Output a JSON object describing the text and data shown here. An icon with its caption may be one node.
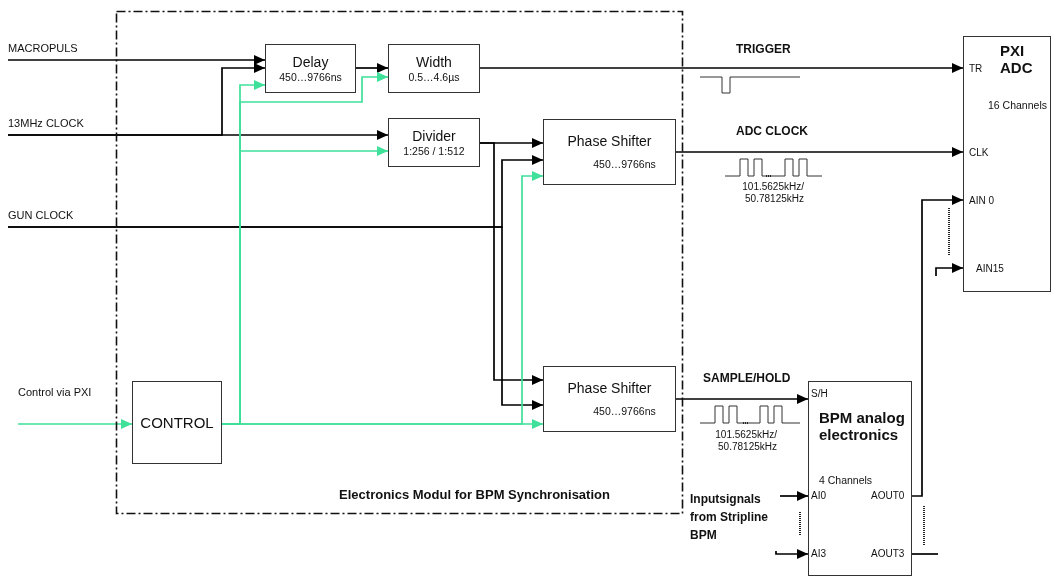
{
  "diagram": {
    "nodes": [
      {
        "text": [
          "Electronics Modul for BPM Synchronisation"
        ]
      },
      {
        "text": [
          "Delay",
          "450…9766ns"
        ],
        "in": 0
      },
      {
        "text": [
          "Width",
          "0.5…4.6µs"
        ],
        "in": 0
      },
      {
        "text": [
          "Divider",
          "1:256 / 1:512"
        ],
        "in": 0
      },
      {
        "text": [
          "Phase Shifter",
          "450…9766ns"
        ],
        "in": 0
      },
      {
        "text": [
          "Phase Shifter",
          "450…9766ns"
        ],
        "in": 0
      },
      {
        "text": [
          "CONTROL"
        ],
        "in": 0
      },
      {
        "text": [
          "PXI ADC",
          "16 Channels",
          "TR",
          "CLK",
          "AIN 0",
          "AIN15"
        ]
      },
      {
        "text": [
          "BPM analog electronics",
          "4 Channels",
          "S/H",
          "AI0",
          "AOUT0",
          "AI3",
          "AOUT3"
        ]
      },
      {
        "text": [
          "MACROPULS"
        ]
      },
      {
        "text": [
          "13MHz CLOCK"
        ]
      },
      {
        "text": [
          "GUN CLOCK"
        ]
      },
      {
        "text": [
          "Control via PXI"
        ]
      },
      {
        "text": [
          "Inputsignals from Stripline BPM"
        ]
      }
    ],
    "edges": [
      {
        "from": 9,
        "to": 1,
        "arrow": "to"
      },
      {
        "from": 10,
        "to": 1,
        "arrow": "to"
      },
      {
        "from": 1,
        "to": 2,
        "arrow": "to"
      },
      {
        "from": 2,
        "to": 7,
        "arrow": "to",
        "label": "TRIGGER"
      },
      {
        "from": 10,
        "to": 3,
        "arrow": "to"
      },
      {
        "from": 3,
        "to": 4,
        "arrow": "to"
      },
      {
        "from": 3,
        "to": 5,
        "arrow": "to"
      },
      {
        "from": 11,
        "to": 4,
        "arrow": "to"
      },
      {
        "from": 11,
        "to": 5,
        "arrow": "to"
      },
      {
        "from": 4,
        "to": 7,
        "arrow": "to",
        "label": "ADC CLOCK"
      },
      {
        "from": 5,
        "to": 8,
        "arrow": "to",
        "label": "SAMPLE/HOLD"
      },
      {
        "from": 12,
        "to": 6,
        "arrow": "to",
        "color": "#3ee09a"
      },
      {
        "from": 6,
        "to": 1,
        "arrow": "to",
        "color": "#3ee09a"
      },
      {
        "from": 6,
        "to": 2,
        "arrow": "to",
        "color": "#3ee09a"
      },
      {
        "from": 6,
        "to": 3,
        "arrow": "to",
        "color": "#3ee09a"
      },
      {
        "from": 6,
        "to": 4,
        "arrow": "to",
        "color": "#3ee09a"
      },
      {
        "from": 6,
        "to": 5,
        "arrow": "to",
        "color": "#3ee09a"
      },
      {
        "from": 8,
        "to": 7,
        "arrow": "to"
      },
      {
        "from": null,
        "to": 7,
        "arrow": "to"
      },
      {
        "from": 13,
        "to": 8,
        "arrow": "to"
      },
      {
        "from": 13,
        "to": 8,
        "arrow": "to"
      },
      {
        "from": 8,
        "to": null,
        "arrow": "none"
      }
    ],
    "labels": [
      "101.5625kHz/ 50.78125kHz",
      "101.5625kHz/ 50.78125kHz"
    ]
  }
}
